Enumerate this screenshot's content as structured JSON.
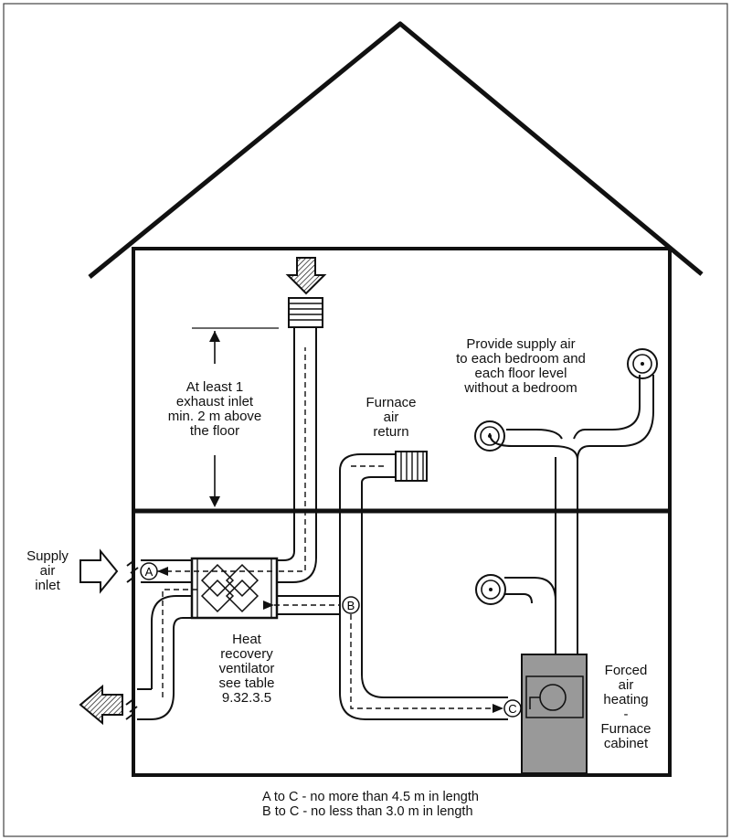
{
  "labels": {
    "exhaust_inlet": "At least 1\nexhaust inlet\nmin. 2 m above\nthe floor",
    "furnace_return": "Furnace\nair\nreturn",
    "supply_provide": "Provide supply air\nto each bedroom and\neach floor level\nwithout a bedroom",
    "supply_inlet": "Supply\nair\ninlet",
    "hrv": "Heat\nrecovery\nventilator\nsee table\n9.32.3.5",
    "forced_air": "Forced\nair\nheating\n-\nFurnace\ncabinet"
  },
  "points": {
    "a": "A",
    "b": "B",
    "c": "C"
  },
  "notes": {
    "a_to_c": "A to C - no more than 4.5 m in length",
    "b_to_c": "B to C - no less than 3.0 m in length"
  },
  "colors": {
    "line": "#111111",
    "furnace": "#999999",
    "frame": "#444444"
  }
}
